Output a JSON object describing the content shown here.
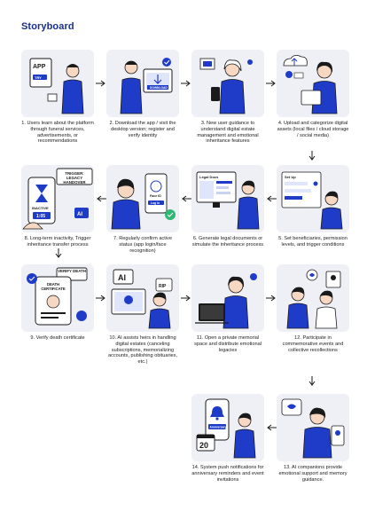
{
  "page": {
    "title": "Storyboard"
  },
  "colors": {
    "primary": "#1f3cc9",
    "ink": "#1a1a1a",
    "panel_bg": "#eef0f6",
    "accent": "#2f56e8"
  },
  "steps": [
    {
      "caption": "1. Users learn about the platform through funeral services, advertisements, or recommendations",
      "badges": [
        "APP",
        "TRY"
      ]
    },
    {
      "caption": "2. Download the app / visit the desktop version; register and verify identity",
      "badges": [
        "DOWNLOAD"
      ]
    },
    {
      "caption": "3. New user guidance to understand digital estate management and emotional inheritance features",
      "badges": []
    },
    {
      "caption": "4. Upload and categorize digital assets (local files / cloud storage / social media)",
      "badges": []
    },
    {
      "caption": "5. Set beneficiaries, permission levels, and trigger conditions",
      "badges": [
        "Set Up"
      ]
    },
    {
      "caption": "6. Generate legal documents or simulate the inheritance process",
      "badges": [
        "Legal Docs"
      ]
    },
    {
      "caption": "7. Regularly confirm active status (app login/face recognition)",
      "badges": [
        "Face ID",
        "Log In"
      ]
    },
    {
      "caption": "8. Long-term inactivity, Trigger inheritance transfer process",
      "badges": [
        "TRIGGER: LEGACY HANDOVER",
        "INACTIVE",
        "1:05",
        "AI"
      ]
    },
    {
      "caption": "9. Verify death certificate",
      "badges": [
        "VERIFY DEATH",
        "DEATH CERTIFICATE"
      ]
    },
    {
      "caption": "10. AI assists heirs in handling digital estates (canceling subscriptions, memorializing accounts, publishing obituaries, etc.)",
      "badges": [
        "AI",
        "RIP"
      ]
    },
    {
      "caption": "11. Open a private memorial space and distribute emotional legacies",
      "badges": []
    },
    {
      "caption": "12. Participate in commemorative events and collective recollections",
      "badges": []
    },
    {
      "caption": "13. AI companions provide emotional support and memory guidance.",
      "badges": []
    },
    {
      "caption": "14. System push notifications for anniversary reminders and event invitations",
      "badges": [
        "Anniversary",
        "20"
      ]
    }
  ]
}
